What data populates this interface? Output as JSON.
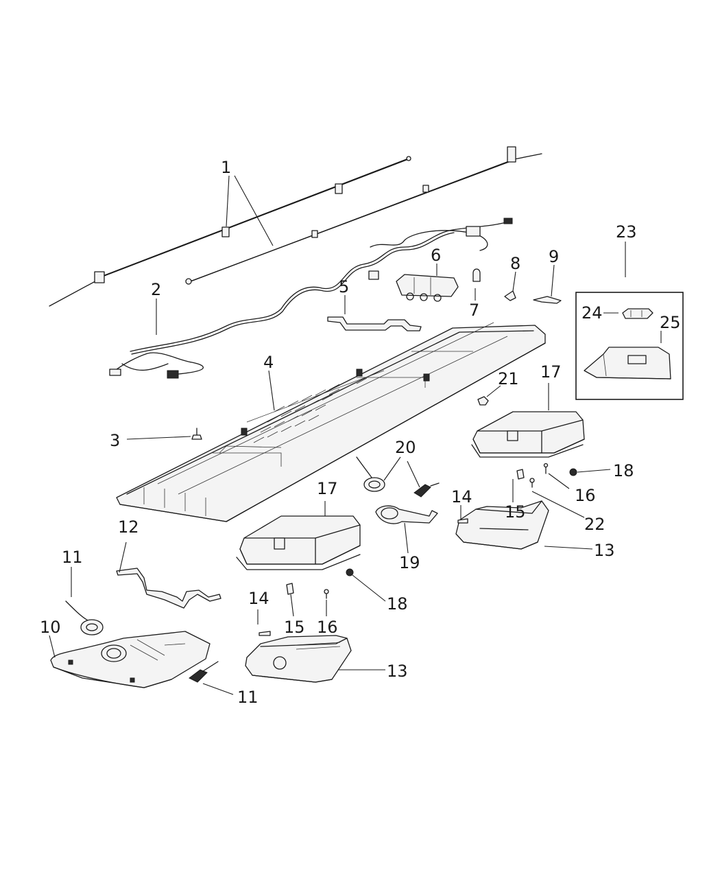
{
  "callouts": {
    "c1": "1",
    "c2": "2",
    "c3": "3",
    "c4": "4",
    "c5": "5",
    "c6": "6",
    "c7": "7",
    "c8": "8",
    "c9": "9",
    "c10": "10",
    "c11a": "11",
    "c11b": "11",
    "c12": "12",
    "c13a": "13",
    "c13b": "13",
    "c14a": "14",
    "c14b": "14",
    "c15a": "15",
    "c15b": "15",
    "c16a": "16",
    "c16b": "16",
    "c17a": "17",
    "c17b": "17",
    "c18a": "18",
    "c18b": "18",
    "c19": "19",
    "c20": "20",
    "c21": "21",
    "c22": "22",
    "c23": "23",
    "c24": "24",
    "c25": "25"
  }
}
